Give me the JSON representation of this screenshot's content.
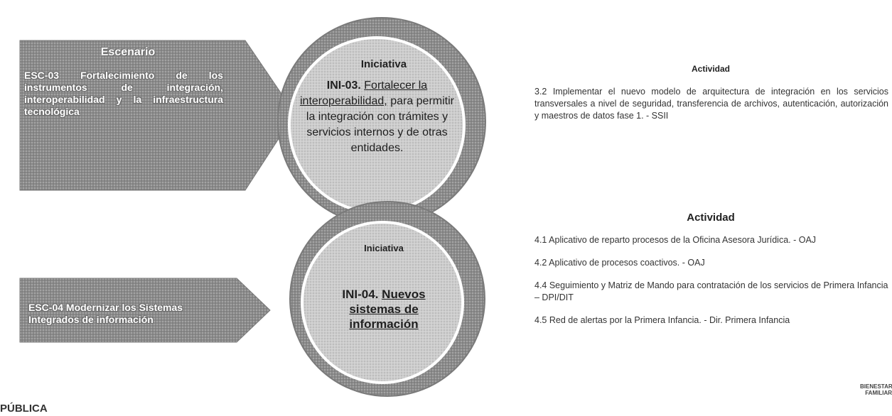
{
  "scenario_1": {
    "title": "Escenario",
    "text": "ESC-03 Fortalecimiento de los instrumentos de integración, interoperabilidad y la infraestructura tecnológica"
  },
  "initiative_1": {
    "label": "Iniciativa",
    "code": "INI-03.",
    "underlined": "Fortalecer la interoperabilidad,",
    "rest": "para permitir la integración con trámites y servicios internos y de otras entidades."
  },
  "activity_1": {
    "title": "Actividad",
    "text": "3.2 Implementar el nuevo modelo de arquitectura de integración en los servicios transversales a nivel de seguridad, transferencia de archivos, autenticación, autorización y maestros de datos fase 1. - SSII"
  },
  "scenario_2": {
    "text": "ESC-04 Modernizar los Sistemas Integrados de información"
  },
  "initiative_2": {
    "label": "Iniciativa",
    "code": "INI-04.",
    "underlined": "Nuevos sistemas de información"
  },
  "activity_2": {
    "title": "Actividad",
    "items": [
      "4.1 Aplicativo de reparto procesos de la Oficina Asesora Jurídica. - OAJ",
      "4.2 Aplicativo de procesos coactivos. - OAJ",
      "4.4 Seguimiento y Matriz de Mando para contratación de los servicios de Primera Infancia – DPI/DIT",
      "4.5 Red de alertas por la Primera Infancia. - Dir. Primera Infancia"
    ]
  },
  "footer": {
    "left_text": "PÚBLICA",
    "logo_line1": "BIENESTAR",
    "logo_line2": "FAMILIAR"
  },
  "colors": {
    "arrow_fill": "#8a8a8a",
    "arrow_dark": "#6d6d6d",
    "circle_outer": "#8c8c8c",
    "circle_inner": "#c9c9c9",
    "circle_border": "#ffffff"
  }
}
